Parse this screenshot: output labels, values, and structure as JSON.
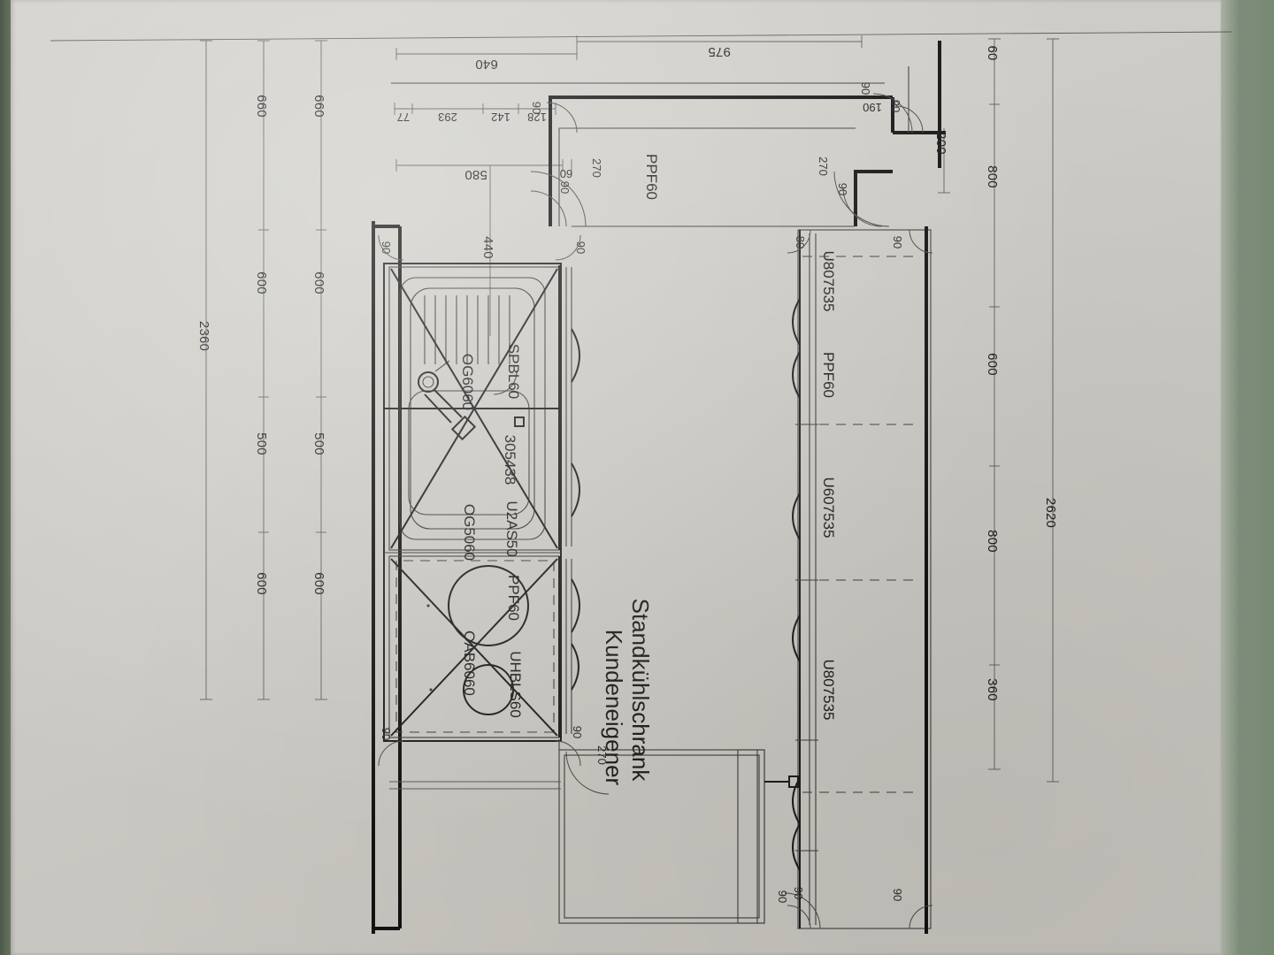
{
  "document": {
    "type": "kitchen-floor-plan",
    "language": "de",
    "note_line1": "Kundeneigener",
    "note_line2": "Standkühlschrank"
  },
  "colors": {
    "paper": "#cfcdc7",
    "ink": "#1d1d1d",
    "thin_ink": "#4a4a4a",
    "background": "#74836f"
  },
  "dimensions": {
    "top_chain_main": [
      "640",
      "975"
    ],
    "top_chain_sub": [
      "77",
      "293",
      "142",
      "128"
    ],
    "top_chain_secondary": [
      "580",
      "60"
    ],
    "top_depth": "440",
    "left_total": "2360",
    "left_chain_a": [
      "600",
      "500",
      "600",
      "660"
    ],
    "left_chain_b": [
      "600",
      "500",
      "600",
      "660"
    ],
    "right_total": "2620",
    "right_chain": [
      "360",
      "800",
      "600",
      "800",
      "60"
    ],
    "right_offset": "200",
    "right_short": "190"
  },
  "angles": {
    "a_90": "90",
    "a_270": "270",
    "a_190": "190",
    "a_200": "200",
    "a_80": "80"
  },
  "cabinets": {
    "run_left": [
      {
        "code": "OG6060",
        "name": "wall-cabinet-og6060"
      },
      {
        "code": "SPBL60",
        "name": "sink-unit-spbl60"
      },
      {
        "code": "305438",
        "name": "sink-article-305438"
      },
      {
        "code": "OG5060",
        "name": "wall-cabinet-og5060"
      },
      {
        "code": "U2AS50",
        "name": "base-unit-u2as50"
      },
      {
        "code": "OAB6060",
        "name": "hood-cabinet-oab6060"
      },
      {
        "code": "PPF60",
        "name": "panel-ppf60-hob"
      },
      {
        "code": "UHBLS60",
        "name": "base-unit-uhbls60"
      }
    ],
    "run_right": [
      {
        "code": "U807535",
        "name": "base-unit-u807535-top"
      },
      {
        "code": "PPF60",
        "name": "panel-ppf60-right"
      },
      {
        "code": "U607535",
        "name": "base-unit-u607535"
      },
      {
        "code": "U807535",
        "name": "base-unit-u807535-bottom"
      }
    ],
    "run_top": [
      {
        "code": "PPF60",
        "name": "panel-ppf60-top"
      }
    ]
  }
}
